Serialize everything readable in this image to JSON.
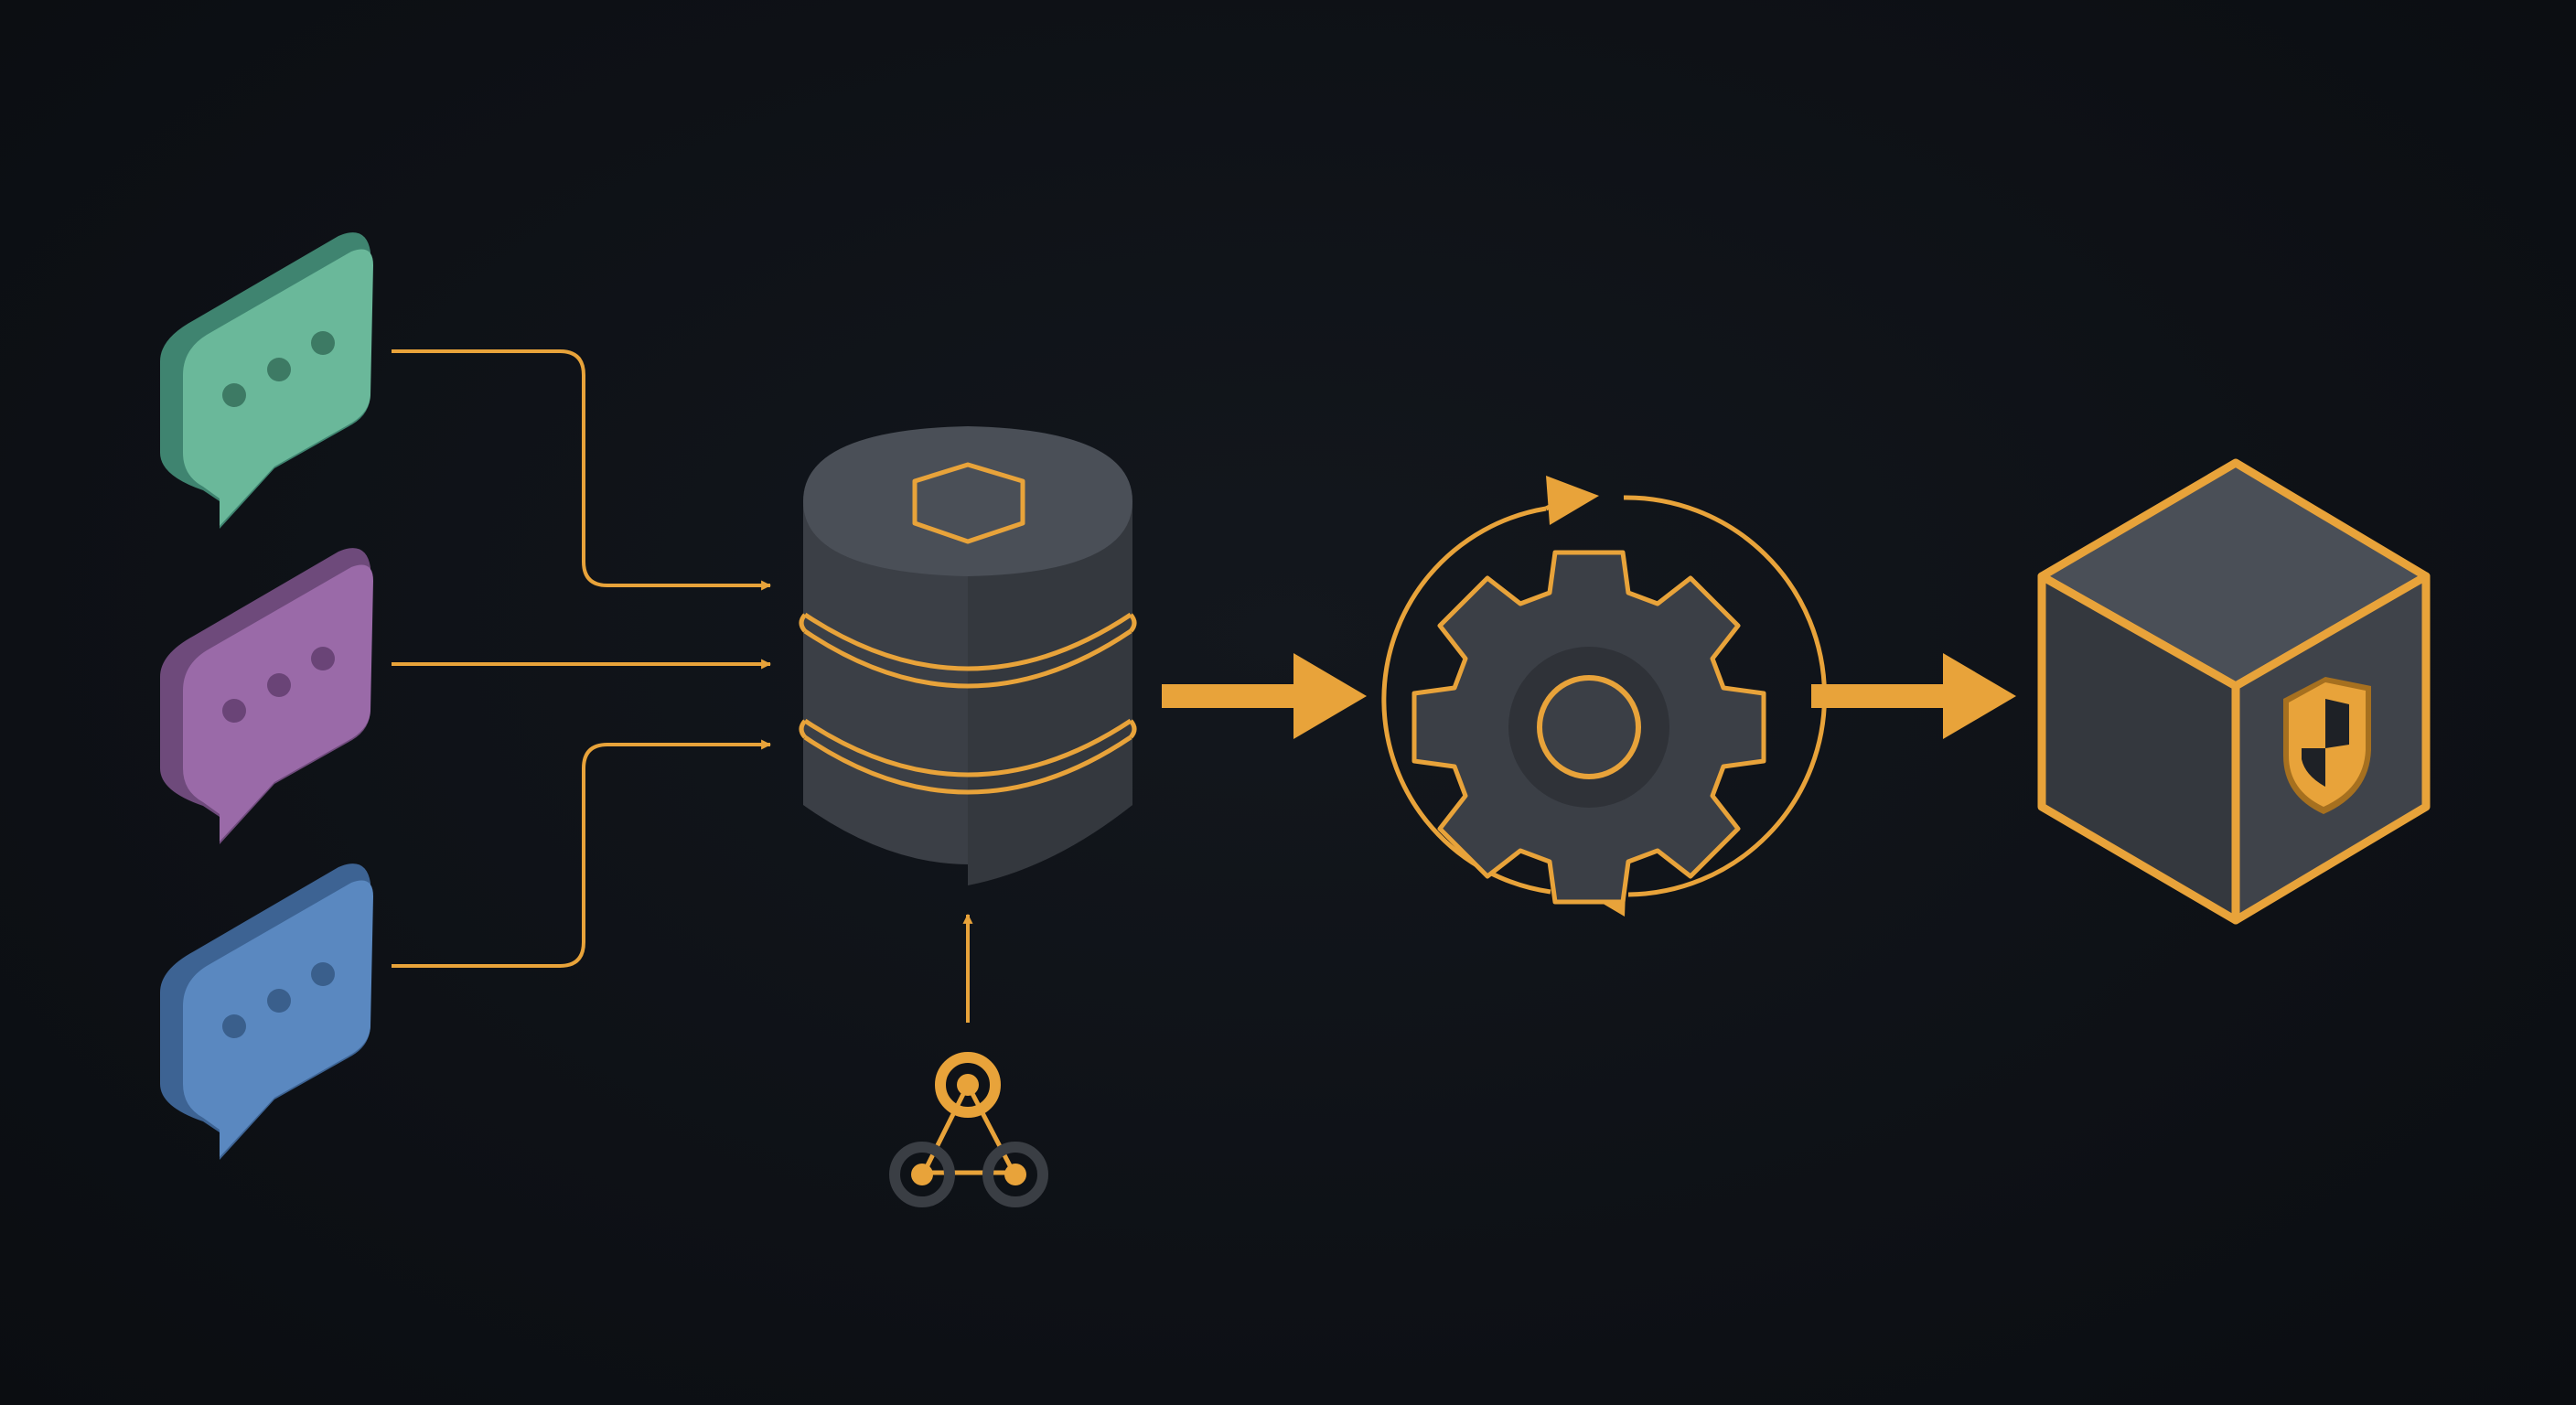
{
  "colors": {
    "background": "#0e1116",
    "accent": "#e8a33a",
    "body_dark": "#3b3f46",
    "body_mid": "#464b53",
    "body_light": "#52575f",
    "chat_green": "#6ab89a",
    "chat_purple": "#9a6aa8",
    "chat_blue": "#5a88c0"
  },
  "nodes": [
    {
      "id": "chat-source-1",
      "icon": "chat-bubble-icon",
      "color": "green"
    },
    {
      "id": "chat-source-2",
      "icon": "chat-bubble-icon",
      "color": "purple"
    },
    {
      "id": "chat-source-3",
      "icon": "chat-bubble-icon",
      "color": "blue"
    },
    {
      "id": "database",
      "icon": "database-icon"
    },
    {
      "id": "webhook-source",
      "icon": "webhook-icon"
    },
    {
      "id": "processing",
      "icon": "gear-cycle-icon"
    },
    {
      "id": "secure-package",
      "icon": "cube-shield-icon"
    }
  ],
  "edges": [
    {
      "from": "chat-source-1",
      "to": "database"
    },
    {
      "from": "chat-source-2",
      "to": "database"
    },
    {
      "from": "chat-source-3",
      "to": "database"
    },
    {
      "from": "webhook-source",
      "to": "database"
    },
    {
      "from": "database",
      "to": "processing"
    },
    {
      "from": "processing",
      "to": "secure-package"
    }
  ]
}
